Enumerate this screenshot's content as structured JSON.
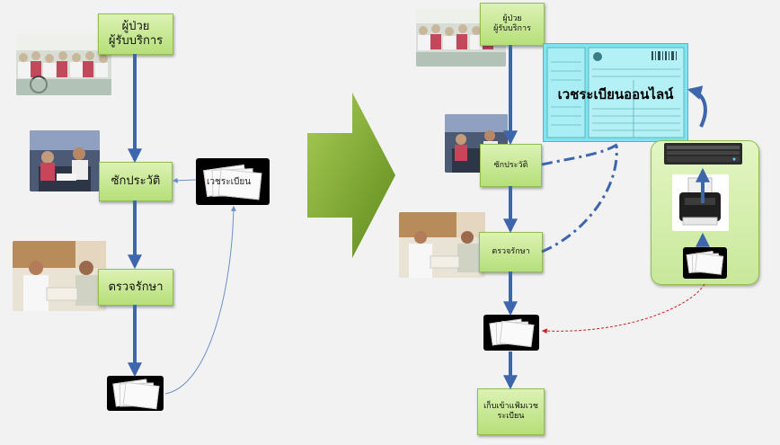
{
  "left": {
    "patient_box": "ผู้ป่วย\nผู้รับบริการ",
    "history_box": "ซักประวัติ",
    "exam_box": "ตรวจรักษา",
    "record_label": "เวชระเบียน"
  },
  "right": {
    "patient_box": "ผู้ป่วย\nผู้รับบริการ",
    "history_box": "ซักประวัติ",
    "exam_box": "ตรวจรักษา",
    "archive_box": "เก็บเข้าแฟ้มเวช\nระเบียน",
    "online_label": "เวชระเบียนออนไลน์"
  },
  "colors": {
    "box_fill": "#c4e68e",
    "arrow_blue": "#3e66ad",
    "big_arrow_green": "#7aa42c",
    "online_panel": "#7fe4ee",
    "device_panel": "#d5efac",
    "dashed_red": "#cc2222"
  }
}
